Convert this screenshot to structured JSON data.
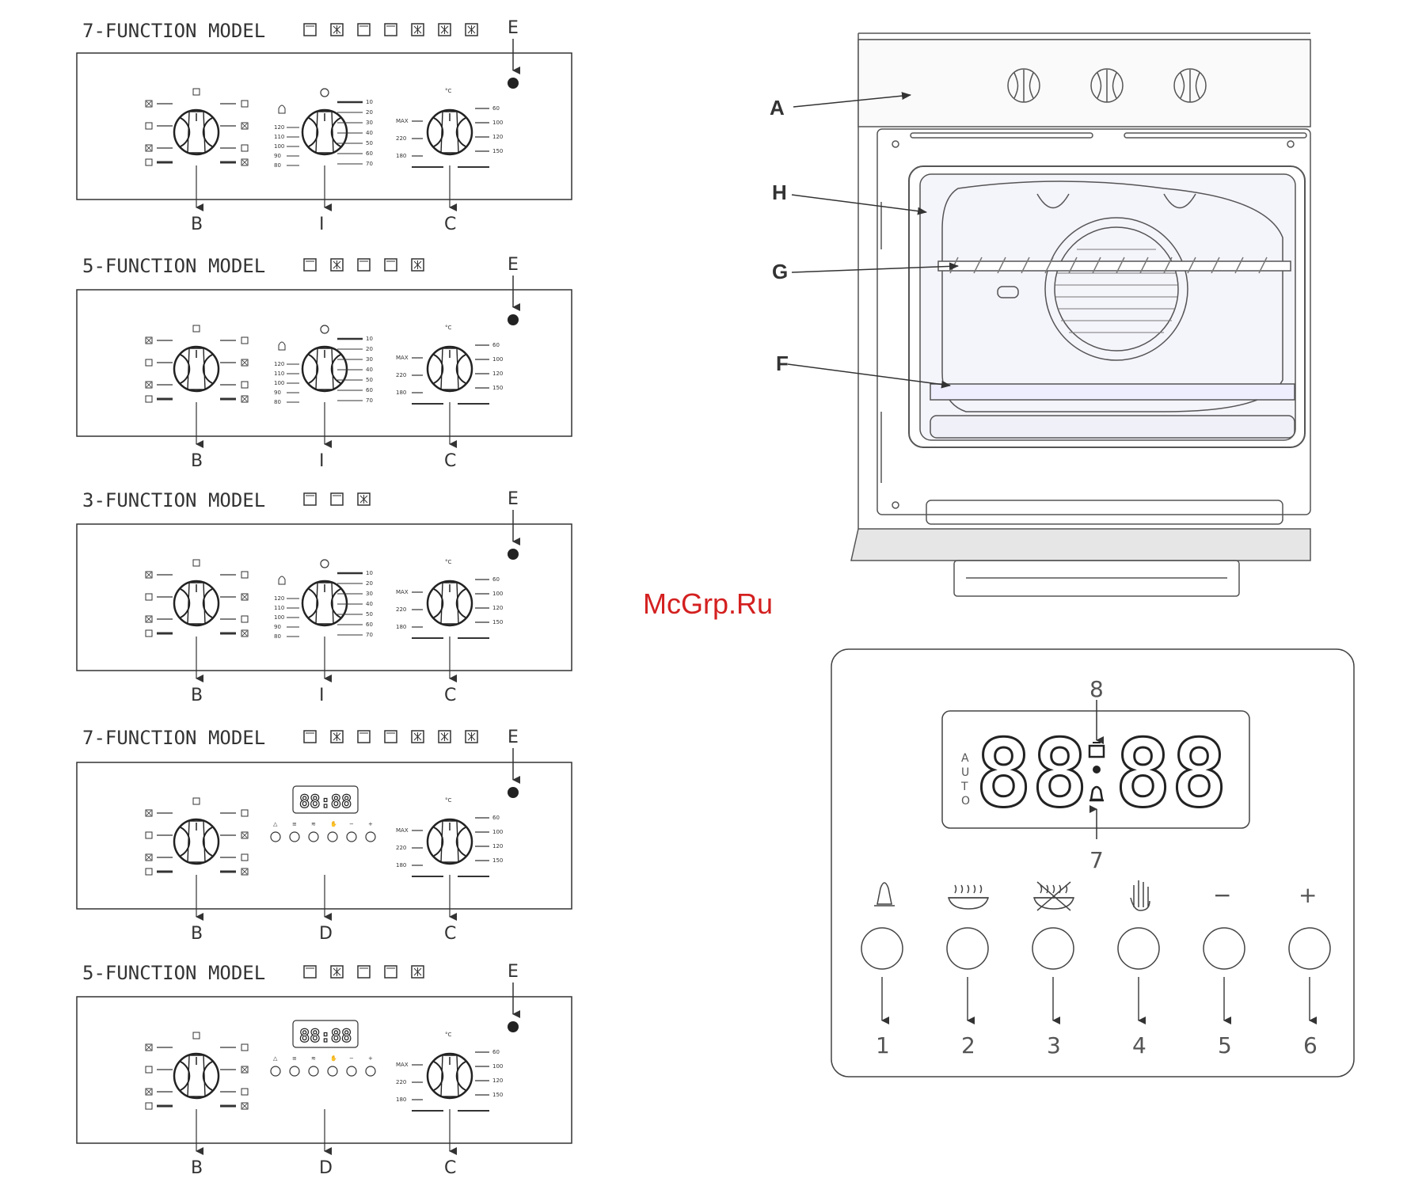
{
  "panels": [
    {
      "title": "7-FUNCTION MODEL",
      "left": "B",
      "middle": "I",
      "right": "C",
      "marker": "E",
      "type": "timer",
      "icons": 7
    },
    {
      "title": "5-FUNCTION MODEL",
      "left": "B",
      "middle": "I",
      "right": "C",
      "marker": "E",
      "type": "timer",
      "icons": 5
    },
    {
      "title": "3-FUNCTION MODEL",
      "left": "B",
      "middle": "I",
      "right": "C",
      "marker": "E",
      "type": "timer",
      "icons": 3
    },
    {
      "title": "7-FUNCTION MODEL",
      "left": "B",
      "middle": "D",
      "right": "C",
      "marker": "E",
      "type": "display",
      "icons": 7
    },
    {
      "title": "5-FUNCTION MODEL",
      "left": "B",
      "middle": "D",
      "right": "C",
      "marker": "E",
      "type": "display",
      "icons": 5
    }
  ],
  "timer_scale": {
    "left": [
      "120",
      "110",
      "100",
      "90",
      "80"
    ],
    "right": [
      "10",
      "20",
      "30",
      "40",
      "50",
      "60",
      "70"
    ]
  },
  "temp_scale": {
    "left": [
      "MAX",
      "220",
      "180"
    ],
    "right": [
      "60",
      "100",
      "120",
      "150"
    ]
  },
  "mini_display": "88:88",
  "mini_buttons": [
    "△",
    "≡",
    "≋",
    "✋",
    "−",
    "+"
  ],
  "oven_labels": {
    "A": "A",
    "H": "H",
    "G": "G",
    "F": "F"
  },
  "watermark": "McGrp.Ru",
  "big_display": {
    "digits": "88",
    "digits2": "88",
    "auto": [
      "A",
      "U",
      "T",
      "O"
    ],
    "callout_top": "8",
    "callout_bottom": "7"
  },
  "button_labels": [
    "1",
    "2",
    "3",
    "4",
    "5",
    "6"
  ],
  "button_symbols": [
    "−",
    "+"
  ]
}
